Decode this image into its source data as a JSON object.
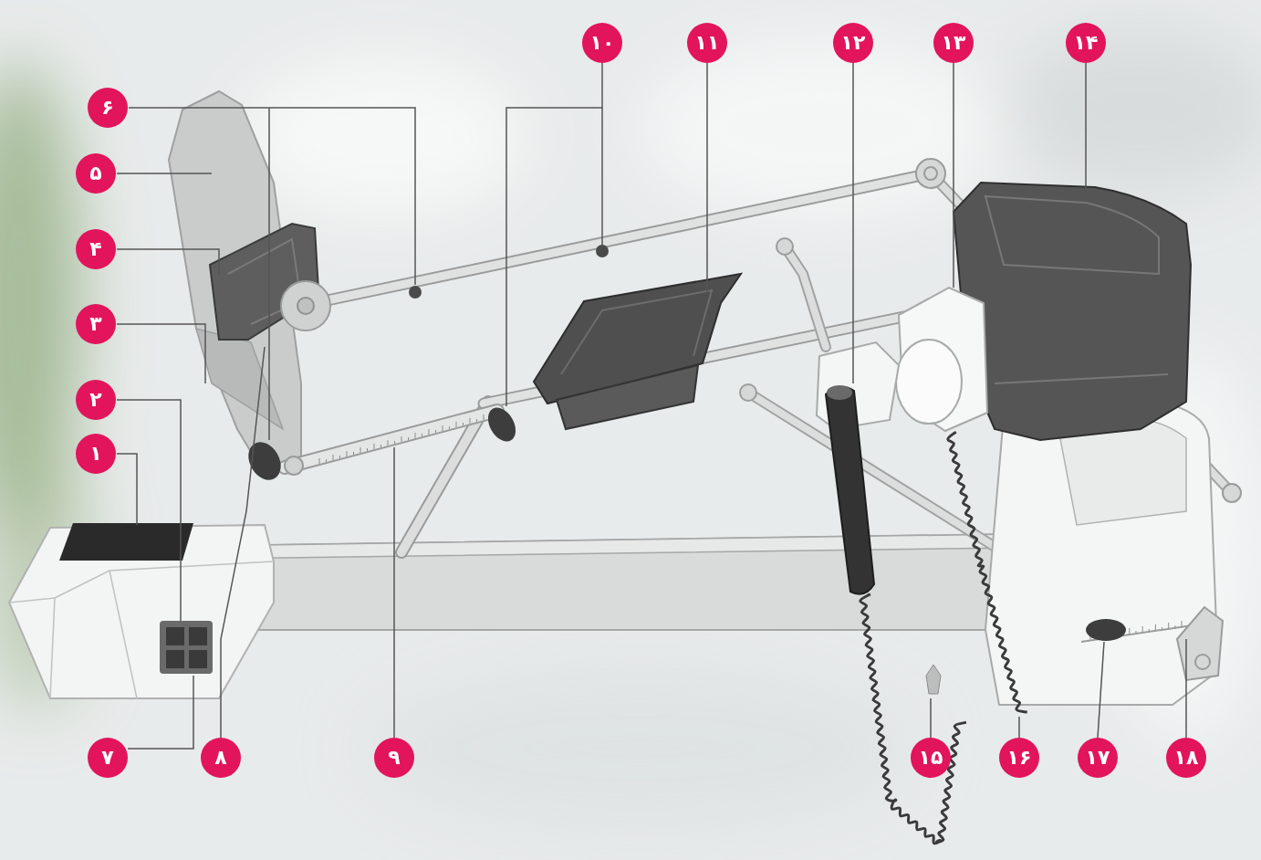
{
  "diagram": {
    "nodes": [
      {
        "text": [
          "۱"
        ]
      },
      {
        "text": [
          "۲"
        ]
      },
      {
        "text": [
          "۳"
        ]
      },
      {
        "text": [
          "۴"
        ]
      },
      {
        "text": [
          "۵"
        ]
      },
      {
        "text": [
          "۶"
        ]
      },
      {
        "text": [
          "۷"
        ]
      },
      {
        "text": [
          "۸"
        ]
      },
      {
        "text": [
          "۹"
        ]
      },
      {
        "text": [
          "۱۰"
        ]
      },
      {
        "text": [
          "۱۱"
        ]
      },
      {
        "text": [
          "۱۲"
        ]
      },
      {
        "text": [
          "۱۳"
        ]
      },
      {
        "text": [
          "۱۴"
        ]
      },
      {
        "text": [
          "۱۵"
        ]
      },
      {
        "text": [
          "۱۶"
        ]
      },
      {
        "text": [
          "۱۷"
        ]
      },
      {
        "text": [
          "۱۸"
        ]
      }
    ],
    "edges": []
  }
}
